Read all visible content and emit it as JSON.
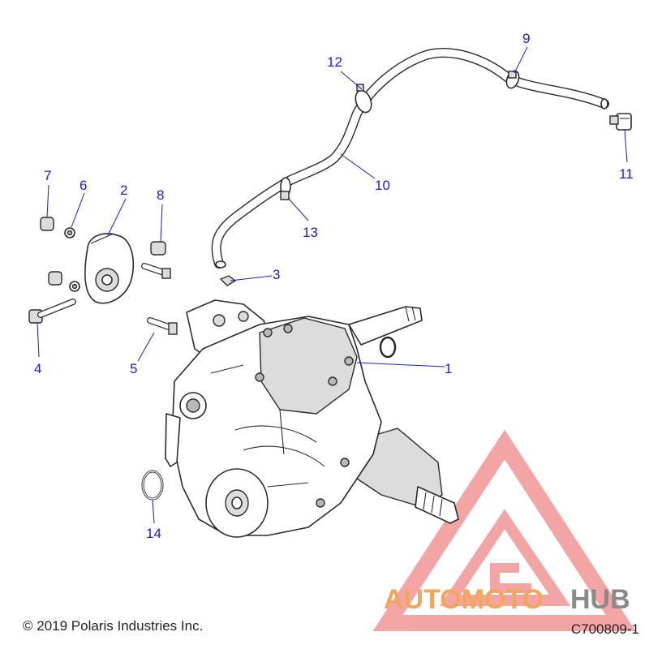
{
  "callouts": [
    {
      "id": "1",
      "label": "1"
    },
    {
      "id": "2",
      "label": "2"
    },
    {
      "id": "3",
      "label": "3"
    },
    {
      "id": "4",
      "label": "4"
    },
    {
      "id": "5",
      "label": "5"
    },
    {
      "id": "6",
      "label": "6"
    },
    {
      "id": "7",
      "label": "7"
    },
    {
      "id": "8",
      "label": "8"
    },
    {
      "id": "9",
      "label": "9"
    },
    {
      "id": "10",
      "label": "10"
    },
    {
      "id": "11",
      "label": "11"
    },
    {
      "id": "12",
      "label": "12"
    },
    {
      "id": "13",
      "label": "13"
    },
    {
      "id": "14",
      "label": "14"
    }
  ],
  "footer": {
    "copyright": "© 2019 Polaris Industries Inc.",
    "figure_id": "C700809-1"
  },
  "watermark": {
    "text_part1": "AUTOMOTO",
    "text_part2": "HUB",
    "color_triangle": "#e63a3a",
    "color_text1": "#f2a65a",
    "color_text2": "#8a8a8a"
  },
  "colors": {
    "callout": "#1b1bd6",
    "line": "#2a2a2a"
  }
}
